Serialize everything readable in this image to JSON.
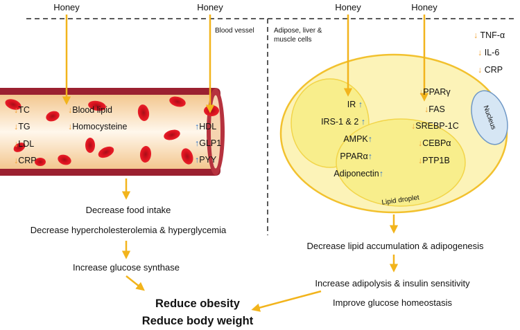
{
  "honey_labels": [
    "Honey",
    "Honey",
    "Honey",
    "Honey"
  ],
  "regions": {
    "blood_vessel": "Blood vessel",
    "cells": "Adipose, liver &",
    "cells_line2": "muscle cells"
  },
  "systemic": [
    {
      "text": "TNF-α",
      "dir": "down"
    },
    {
      "text": "IL-6",
      "dir": "down"
    },
    {
      "text": "CRP",
      "dir": "down"
    }
  ],
  "vessel_markers": {
    "left_col": [
      {
        "text": "TC",
        "dir": "down"
      },
      {
        "text": "TG",
        "dir": "down"
      },
      {
        "text": "LDL",
        "dir": "down"
      },
      {
        "text": "CRP",
        "dir": "down"
      }
    ],
    "mid_col": [
      {
        "text": "Blood lipid",
        "dir": "down"
      },
      {
        "text": "Homocysteine",
        "dir": "down"
      }
    ],
    "right_col": [
      {
        "text": "HDL",
        "dir": "up"
      },
      {
        "text": "GLP1",
        "dir": "up"
      },
      {
        "text": "PYY",
        "dir": "up"
      }
    ]
  },
  "cell_markers": {
    "up": [
      {
        "text": "IR",
        "dir": "up"
      },
      {
        "text": "IRS-1 & 2",
        "dir": "up"
      },
      {
        "text": "AMPK",
        "dir": "up"
      },
      {
        "text": "PPARα",
        "dir": "up"
      },
      {
        "text": "Adiponectin",
        "dir": "up"
      }
    ],
    "down": [
      {
        "text": "PPARγ",
        "dir": "down"
      },
      {
        "text": "FAS",
        "dir": "down"
      },
      {
        "text": "SREBP-1C",
        "dir": "down"
      },
      {
        "text": "CEBPα",
        "dir": "down"
      },
      {
        "text": "PTP1B",
        "dir": "down"
      }
    ],
    "nucleus": "Nucleus",
    "lipid_droplet": "Lipid droplet"
  },
  "left_outcomes": [
    "Decrease food intake",
    "Decrease hypercholesterolemia & hyperglycemia",
    "Increase glucose synthase"
  ],
  "right_outcomes": [
    "Decrease lipid accumulation & adipogenesis",
    "Increase adipolysis & insulin sensitivity",
    "Improve glucose homeostasis"
  ],
  "final": [
    "Reduce obesity",
    "Reduce body weight"
  ],
  "colors": {
    "arrow": "#F2B41C",
    "down_arrow": "#F0A030",
    "up_arrow": "#2E75C8",
    "vessel_wall": "#9B2030",
    "vessel_inner": "#F7D9A8",
    "red_cell": "#D8121E",
    "cell_fill": "#FCF3B8",
    "cell_border": "#F2C12E",
    "nucleus_fill": "#D6E6F4",
    "nucleus_border": "#6F98C6"
  }
}
